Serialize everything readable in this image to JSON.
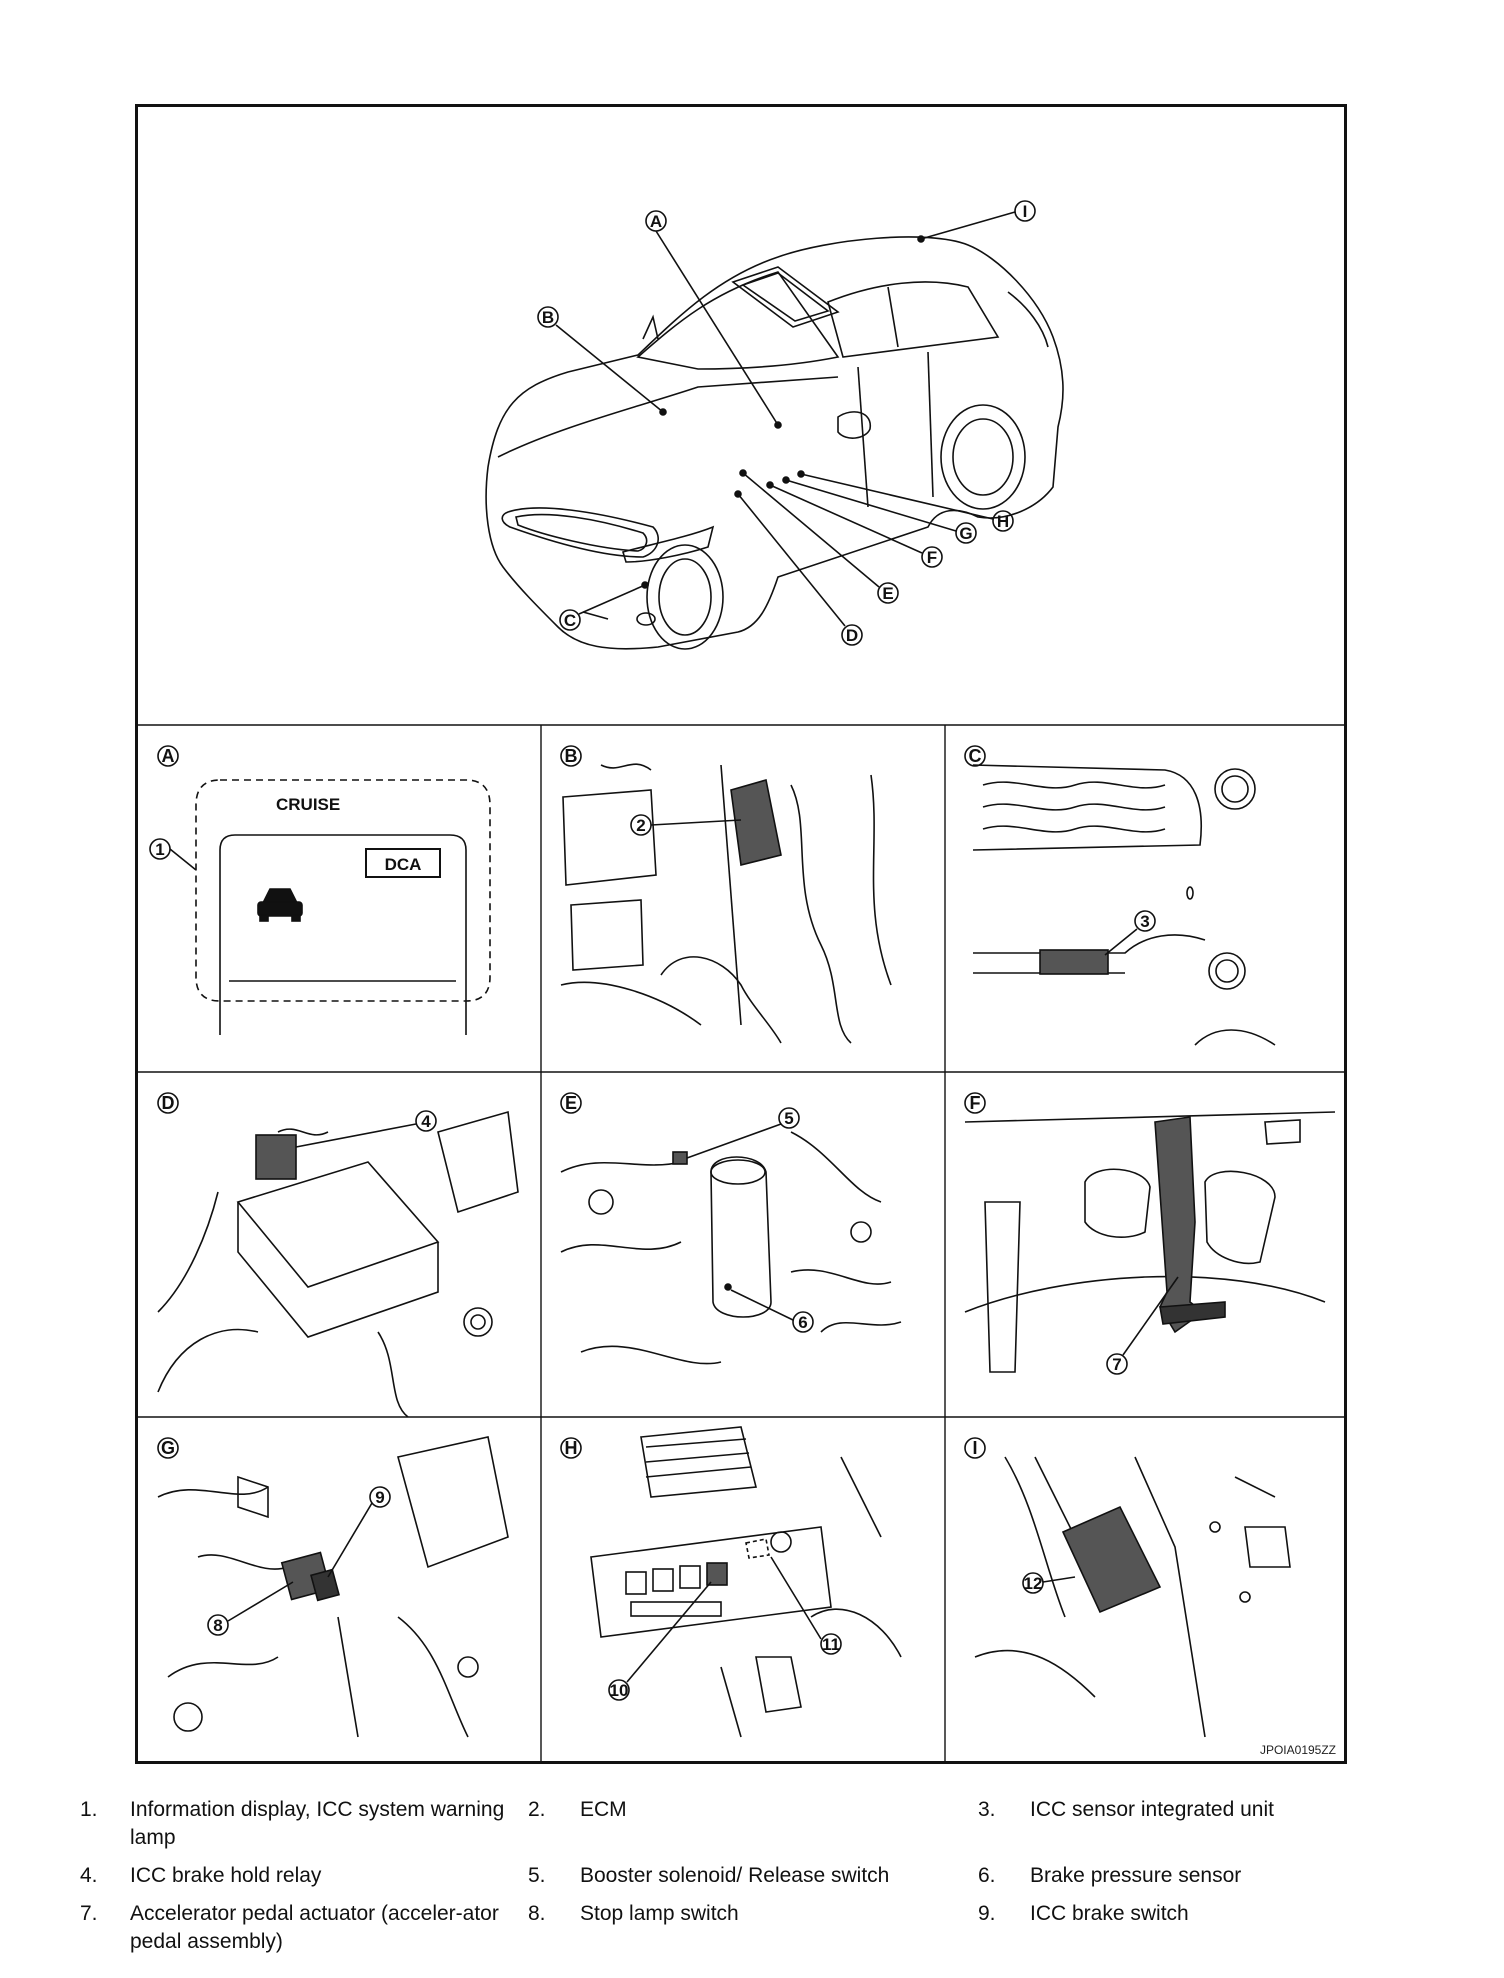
{
  "figure_code": "JPOIA0195ZZ",
  "vehicle_callouts": [
    "A",
    "B",
    "C",
    "D",
    "E",
    "F",
    "G",
    "H",
    "I"
  ],
  "panels": [
    {
      "letter": "A",
      "items": [
        "1"
      ]
    },
    {
      "letter": "B",
      "items": [
        "2"
      ]
    },
    {
      "letter": "C",
      "items": [
        "3"
      ]
    },
    {
      "letter": "D",
      "items": [
        "4"
      ]
    },
    {
      "letter": "E",
      "items": [
        "5",
        "6"
      ]
    },
    {
      "letter": "F",
      "items": [
        "7"
      ]
    },
    {
      "letter": "G",
      "items": [
        "8",
        "9"
      ]
    },
    {
      "letter": "H",
      "items": [
        "10",
        "11"
      ]
    },
    {
      "letter": "I",
      "items": [
        "12"
      ]
    }
  ],
  "display": {
    "cruise_label": "CRUISE",
    "dca_label": "DCA"
  },
  "legend": [
    {
      "num": "1.",
      "text": "Information display, ICC system warning lamp"
    },
    {
      "num": "2.",
      "text": "ECM"
    },
    {
      "num": "3.",
      "text": "ICC sensor integrated unit"
    },
    {
      "num": "4.",
      "text": "ICC brake hold relay"
    },
    {
      "num": "5.",
      "text": "Booster solenoid/ Release switch"
    },
    {
      "num": "6.",
      "text": "Brake pressure sensor"
    },
    {
      "num": "7.",
      "text": "Accelerator pedal actuator (acceler-ator pedal assembly)"
    },
    {
      "num": "8.",
      "text": "Stop lamp switch"
    },
    {
      "num": "9.",
      "text": "ICC brake switch"
    }
  ]
}
